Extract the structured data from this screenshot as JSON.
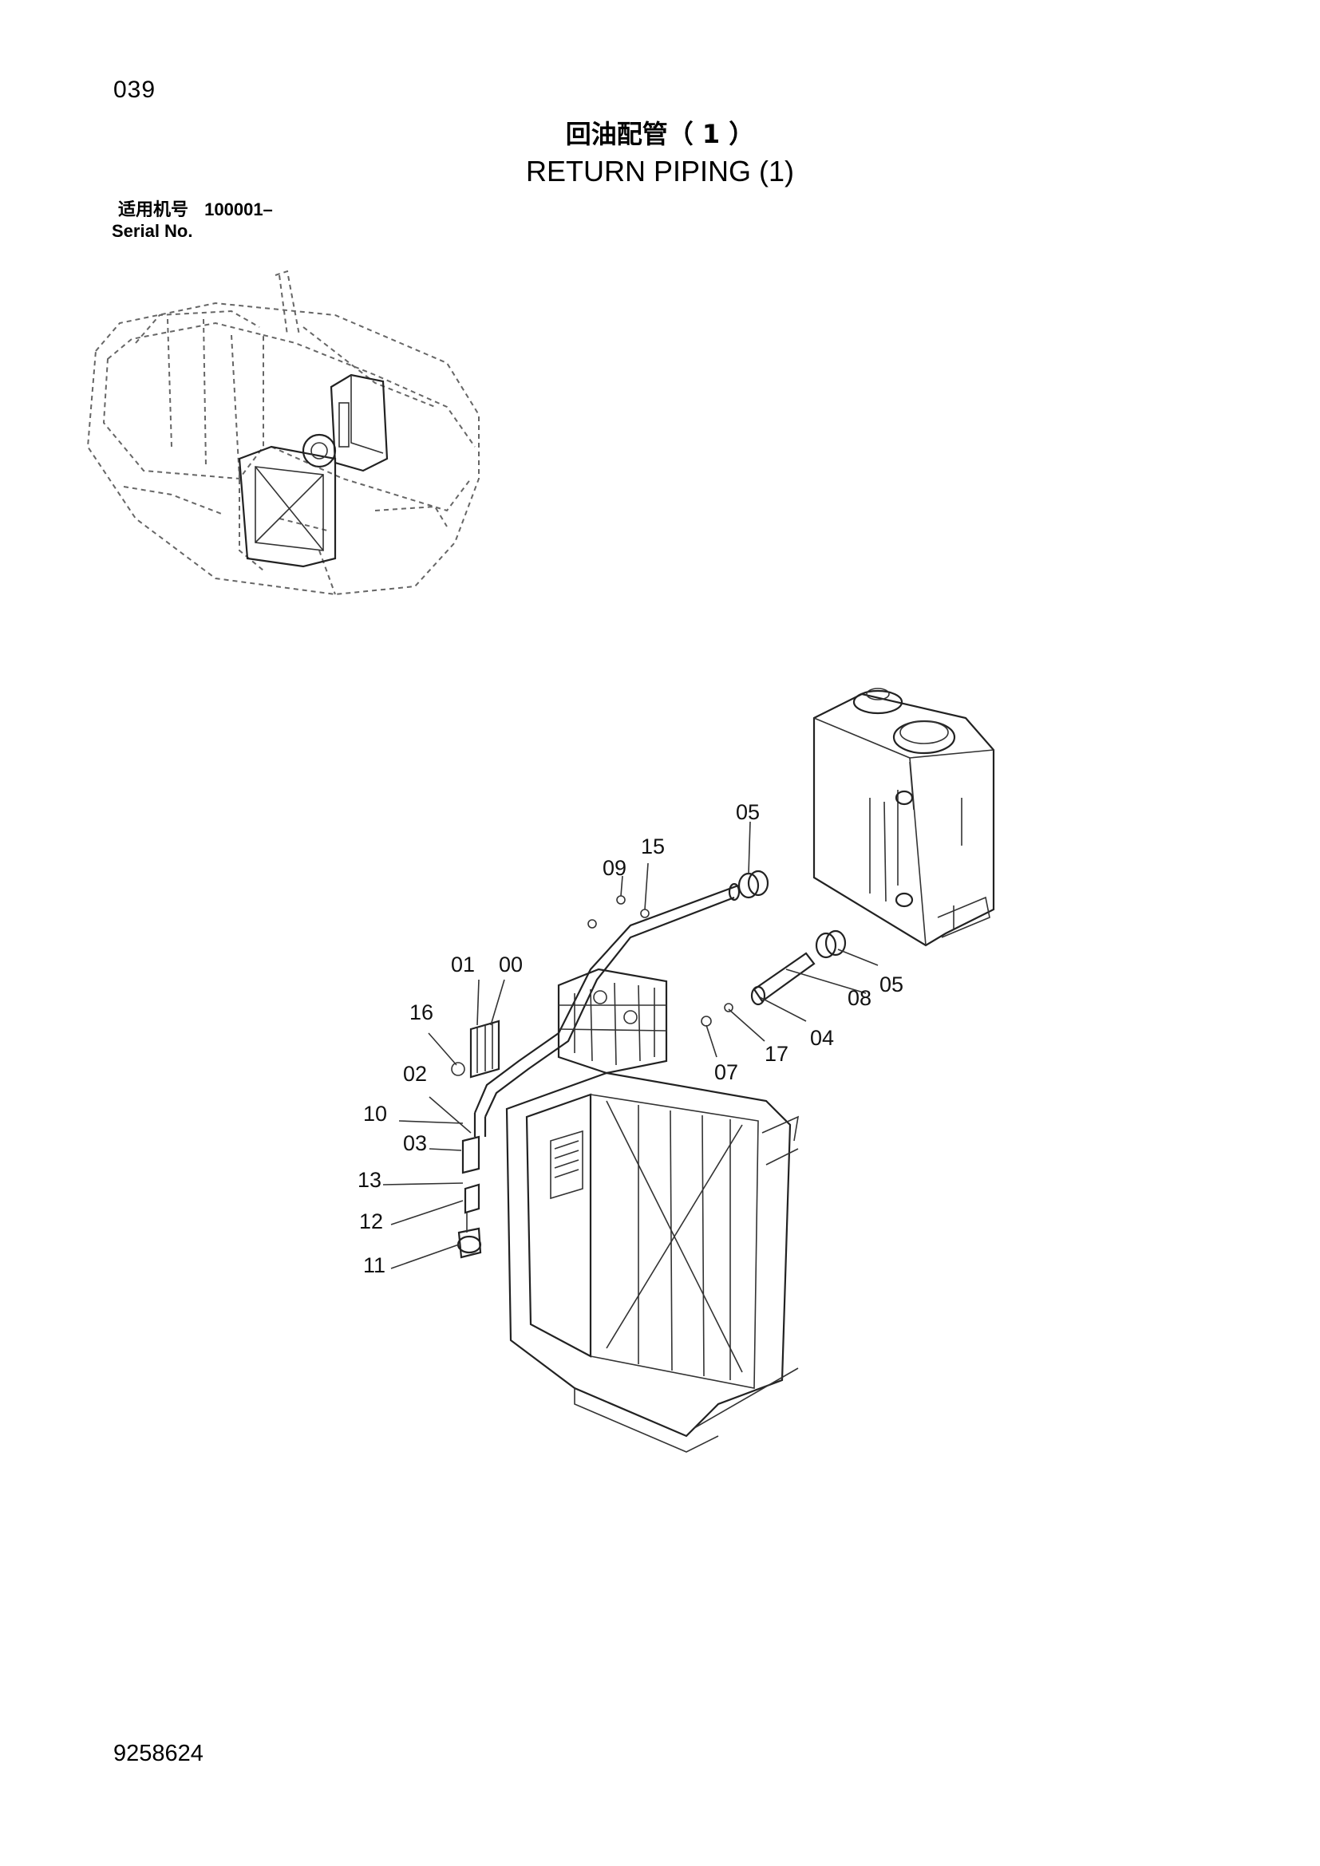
{
  "page_number": "039",
  "title_cn": "回油配管（ 1 ）",
  "title_en": "RETURN PIPING (1)",
  "serial_label_cn": "适用机号",
  "serial_label_en": "Serial No.",
  "serial_value": "100001–",
  "doc_number": "9258624",
  "callouts": {
    "c00": "00",
    "c01": "01",
    "c02": "02",
    "c03": "03",
    "c04": "04",
    "c05a": "05",
    "c05b": "05",
    "c07": "07",
    "c08": "08",
    "c09": "09",
    "c10": "10",
    "c11": "11",
    "c12": "12",
    "c13": "13",
    "c15": "15",
    "c16": "16",
    "c17": "17"
  }
}
